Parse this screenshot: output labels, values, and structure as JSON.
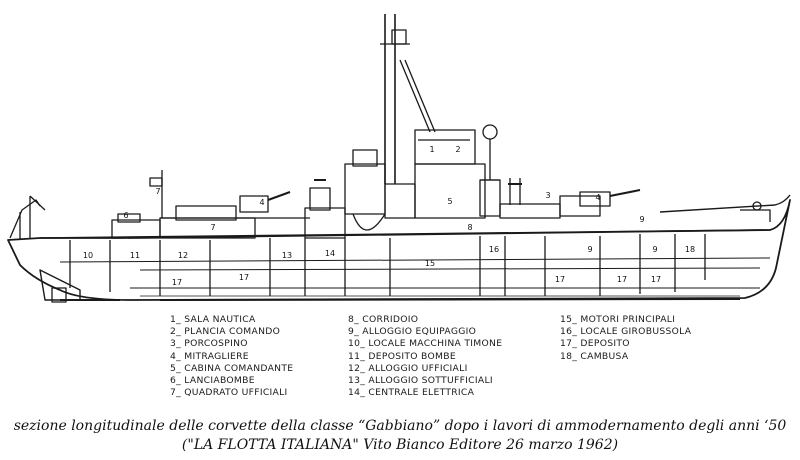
{
  "legend": [
    [
      "1_ SALA NAUTICA",
      "2_ PLANCIA COMANDO",
      "3_ PORCOSPINO",
      "4_ MITRAGLIERE",
      "5_ CABINA COMANDANTE",
      "6_ LANCIABOMBE",
      "7_ QUADRATO UFFICIALI"
    ],
    [
      "8_ CORRIDOIO",
      "9_ ALLOGGIO EQUIPAGGIO",
      "10_ LOCALE MACCHINA TIMONE",
      "11_ DEPOSITO BOMBE",
      "12_ ALLOGGIO UFFICIALI",
      "13_ ALLOGGIO SOTTUFFICIALI",
      "14_ CENTRALE ELETTRICA"
    ],
    [
      "15_ MOTORI PRINCIPALI",
      "16_ LOCALE GIROBUSSOLA",
      "17_ DEPOSITO",
      "18_ CAMBUSA"
    ]
  ],
  "caption": {
    "line1": "sezione longitudinale delle corvette della classe “Gabbiano” dopo i lavori di ammodernamento degli anni ‘50",
    "line2": "(\"LA FLOTTA ITALIANA\"  Vito Bianco Editore  26 marzo 1962)"
  },
  "ship_labels": {
    "l1": "1",
    "l2": "2",
    "l3": "3",
    "l4a": "4",
    "l4b": "4",
    "l5": "5",
    "l6": "6",
    "l7a": "7",
    "l7b": "7",
    "l8": "8",
    "l9a": "9",
    "l9b": "9",
    "l9c": "9",
    "l10": "10",
    "l11": "11",
    "l12": "12",
    "l13": "13",
    "l14": "14",
    "l15": "15",
    "l16": "16",
    "l17a": "17",
    "l17b": "17",
    "l17c": "17",
    "l17d": "17",
    "l17e": "17",
    "l18": "18"
  }
}
